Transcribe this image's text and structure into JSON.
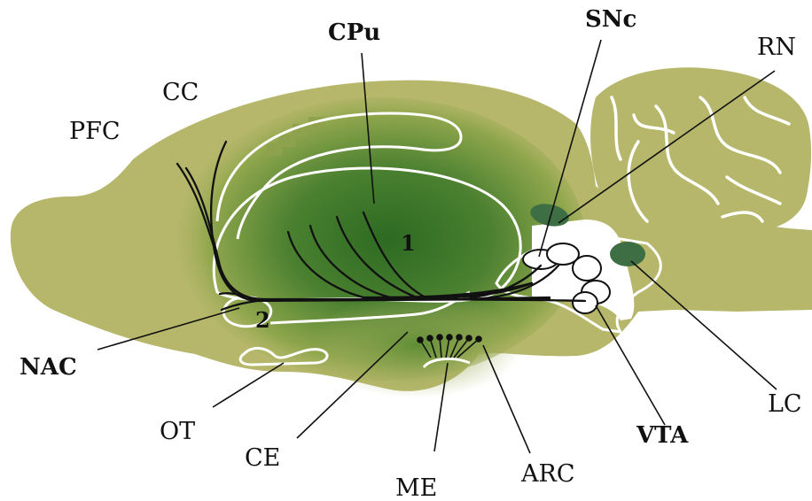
{
  "labels": {
    "cpu": "CPu",
    "snc": "SNc",
    "rn": "RN",
    "cc": "CC",
    "pfc": "PFC",
    "nac": "NAC",
    "ot": "OT",
    "ce": "CE",
    "me": "ME",
    "arc": "ARC",
    "vta": "VTA",
    "lc": "LC",
    "pathway_1": "1",
    "pathway_2": "2"
  },
  "colors": {
    "brain_fill": "#b6b76a",
    "striatum_dark": "#2d6a22",
    "outline": "#ffffff",
    "fiber": "#111111",
    "nucleus_dark": "#3d6e44"
  }
}
